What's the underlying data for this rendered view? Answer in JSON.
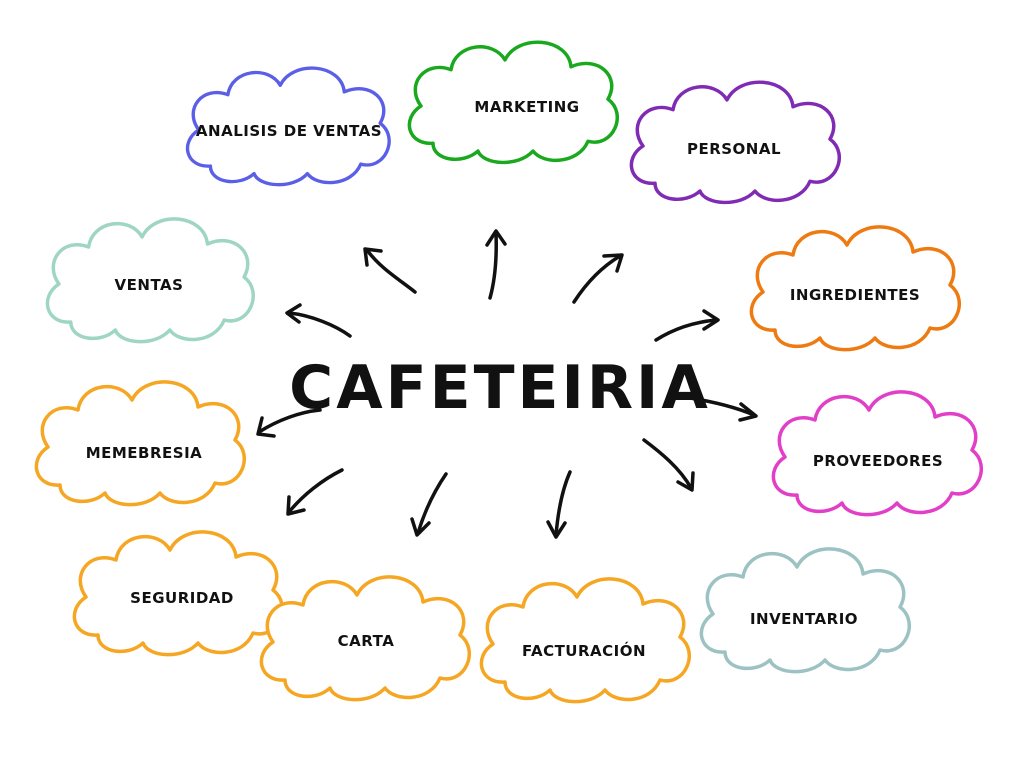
{
  "center": {
    "title": "CAFETEIRIA"
  },
  "nodes": [
    {
      "key": "analisis",
      "label": "ANALISIS DE VENTAS",
      "color": "#5B5FE8"
    },
    {
      "key": "marketing",
      "label": "MARKETING",
      "color": "#19A81E"
    },
    {
      "key": "personal",
      "label": "PERSONAL",
      "color": "#7F2BB4"
    },
    {
      "key": "ventas",
      "label": "VENTAS",
      "color": "#9ED6C2"
    },
    {
      "key": "ingredientes",
      "label": "INGREDIENTES",
      "color": "#EE7A12"
    },
    {
      "key": "memebresia",
      "label": "MEMEBRESIA",
      "color": "#F5A623"
    },
    {
      "key": "proveedores",
      "label": "PROVEEDORES",
      "color": "#E23FC8"
    },
    {
      "key": "seguridad",
      "label": "SEGURIDAD",
      "color": "#F5A623"
    },
    {
      "key": "carta",
      "label": "CARTA",
      "color": "#F5A623"
    },
    {
      "key": "facturacion",
      "label": "FACTURACIÓN",
      "color": "#F5A623"
    },
    {
      "key": "inventario",
      "label": "INVENTARIO",
      "color": "#9DC2C3"
    }
  ]
}
